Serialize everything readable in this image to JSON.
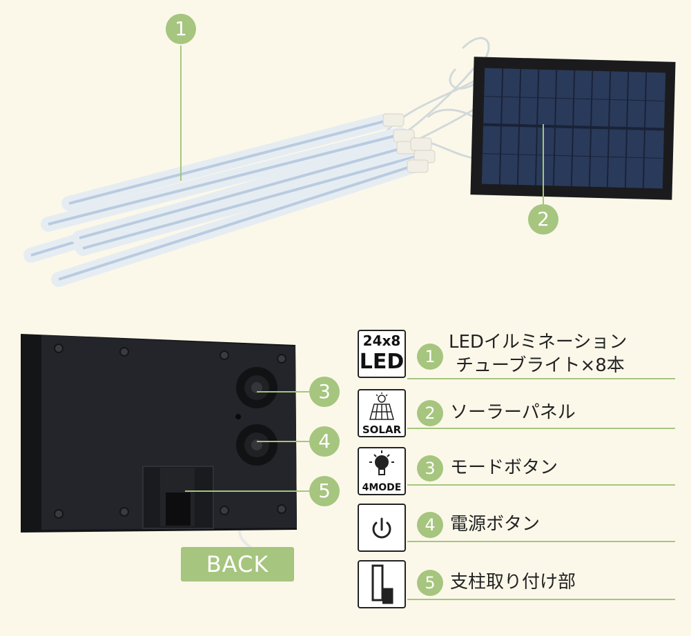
{
  "callouts": [
    {
      "number": "1"
    },
    {
      "number": "2"
    },
    {
      "number": "3"
    },
    {
      "number": "4"
    },
    {
      "number": "5"
    }
  ],
  "back_label": "BACK",
  "legend": [
    {
      "number": "1",
      "icon": "led-24x8-icon",
      "icon_text_top": "24x8",
      "icon_text_bottom": "LED",
      "line1": "LEDイルミネーション",
      "line2": "チューブライト×8本"
    },
    {
      "number": "2",
      "icon": "solar-panel-icon",
      "icon_text_bottom": "SOLAR",
      "line1": "ソーラーパネル"
    },
    {
      "number": "3",
      "icon": "bulb-mode-icon",
      "icon_text_bottom": "4MODE",
      "line1": "モードボタン"
    },
    {
      "number": "4",
      "icon": "power-icon",
      "line1": "電源ボタン"
    },
    {
      "number": "5",
      "icon": "pole-mount-icon",
      "line1": "支柱取り付け部"
    }
  ],
  "colors": {
    "accent": "#a6c57e",
    "background": "#fbf8ea",
    "panel": "#1e1f23"
  }
}
